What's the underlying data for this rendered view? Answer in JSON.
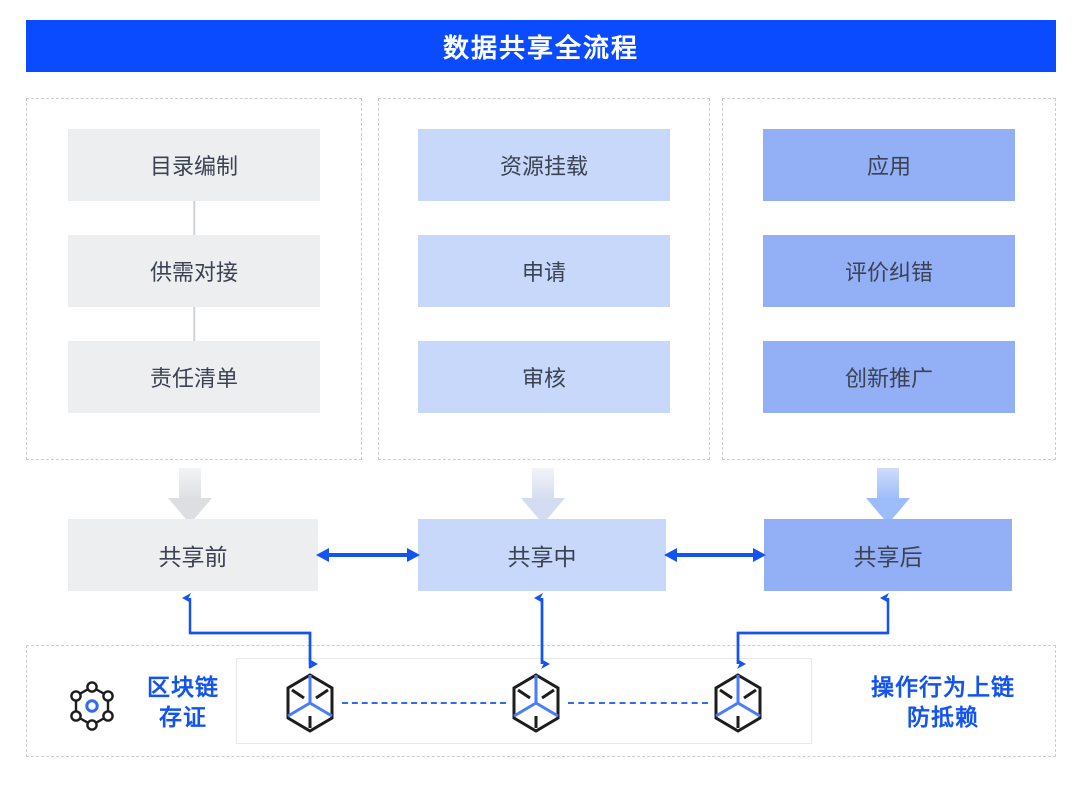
{
  "title": {
    "text": "数据共享全流程"
  },
  "colors": {
    "title_bg": "#0a4bff",
    "accent_blue": "#1353f0",
    "tone_gray": "#eceef0",
    "tone_light_blue": "#c8d8fb",
    "tone_mid_blue": "#93b0f7",
    "dashed_border": "#c9ccd1",
    "text_dark": "#3b4252"
  },
  "panels": [
    {
      "id": "before",
      "tone": "tone-gray",
      "has_inner_links": true,
      "steps": [
        {
          "label": "目录编制"
        },
        {
          "label": "供需对接"
        },
        {
          "label": "责任清单"
        }
      ]
    },
    {
      "id": "during",
      "tone": "tone-light",
      "has_inner_links": false,
      "steps": [
        {
          "label": "资源挂载"
        },
        {
          "label": "申请"
        },
        {
          "label": "审核"
        }
      ]
    },
    {
      "id": "after",
      "tone": "tone-mid",
      "has_inner_links": false,
      "steps": [
        {
          "label": "应用"
        },
        {
          "label": "评价纠错"
        },
        {
          "label": "创新推广"
        }
      ]
    }
  ],
  "stages": [
    {
      "label": "共享前"
    },
    {
      "label": "共享中"
    },
    {
      "label": "共享后"
    }
  ],
  "blockchain": {
    "left_label": "区块链\n存证",
    "left_label_line1": "区块链",
    "left_label_line2": "存证",
    "right_label_line1": "操作行为上链",
    "right_label_line2": "防抵赖",
    "node_count": 3,
    "network_icon": "blockchain-network-icon",
    "node_icon": "block-cube-icon"
  }
}
